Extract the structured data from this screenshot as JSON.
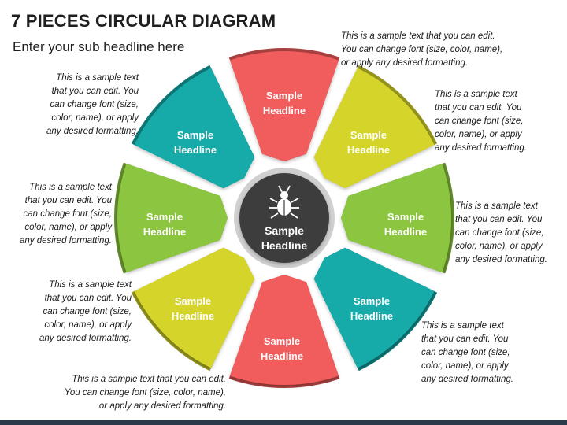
{
  "header": {
    "title": "7 PIECES CIRCULAR DIAGRAM",
    "subtitle": "Enter your sub headline here"
  },
  "center": {
    "label_line1": "Sample",
    "label_line2": "Headline",
    "icon": "bug-icon",
    "color": "#3d3d3d"
  },
  "segments": [
    {
      "id": "top",
      "line1": "Sample",
      "line2": "Headline",
      "color": "#f15b5b"
    },
    {
      "id": "top-right",
      "line1": "Sample",
      "line2": "Headline",
      "color": "#d4d42a"
    },
    {
      "id": "right",
      "line1": "Sample",
      "line2": "Headline",
      "color": "#8cc63f"
    },
    {
      "id": "bottom-right",
      "line1": "Sample",
      "line2": "Headline",
      "color": "#14aaa8"
    },
    {
      "id": "bottom",
      "line1": "Sample",
      "line2": "Headline",
      "color": "#f15b5b"
    },
    {
      "id": "bottom-left",
      "line1": "Sample",
      "line2": "Headline",
      "color": "#d4d42a"
    },
    {
      "id": "left",
      "line1": "Sample",
      "line2": "Headline",
      "color": "#8cc63f"
    },
    {
      "id": "top-left",
      "line1": "Sample",
      "line2": "Headline",
      "color": "#14aaa8"
    }
  ],
  "texts": {
    "top": "This is a sample text that you can edit.\nYou can change font (size, color, name),\nor apply any desired formatting.",
    "top_right": "This is a sample text\nthat you can edit. You\ncan change font (size,\ncolor, name), or apply\nany desired formatting.",
    "right": "This is a sample text\nthat you can edit. You\ncan change font (size,\ncolor, name), or apply\nany desired formatting.",
    "bottom_right": "This is a sample text\nthat you can edit. You\ncan change font (size,\ncolor, name), or apply\nany desired formatting.",
    "bottom": "This is a sample text that you can edit.\nYou can change font (size, color, name),\nor apply any desired formatting.",
    "bottom_left": "This is a sample text\nthat you can edit. You\ncan change font (size,\ncolor, name), or apply\nany desired formatting.",
    "left": "This is a sample text\nthat you can edit. You\ncan change font (size,\ncolor, name), or apply\nany desired formatting.",
    "top_left": "This is a sample text\nthat you can edit. You\ncan change font (size,\ncolor, name), or apply\nany desired formatting."
  }
}
